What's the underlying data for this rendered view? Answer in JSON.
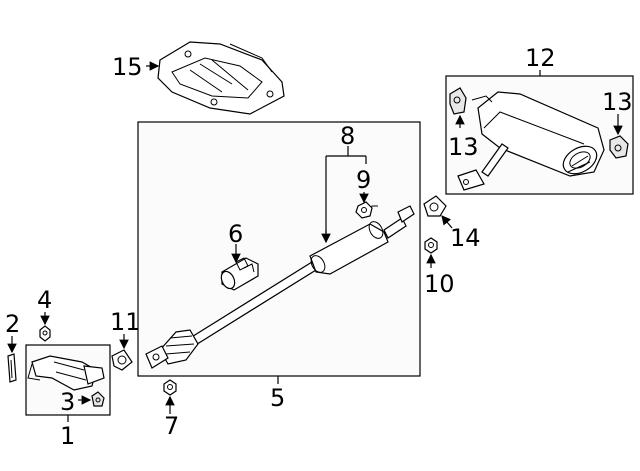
{
  "callouts": {
    "c1": "1",
    "c2": "2",
    "c3": "3",
    "c4": "4",
    "c5": "5",
    "c6": "6",
    "c7": "7",
    "c8": "8",
    "c9": "9",
    "c10": "10",
    "c11": "11",
    "c12": "12",
    "c13a": "13",
    "c13b": "13",
    "c14": "14",
    "c15": "15"
  }
}
